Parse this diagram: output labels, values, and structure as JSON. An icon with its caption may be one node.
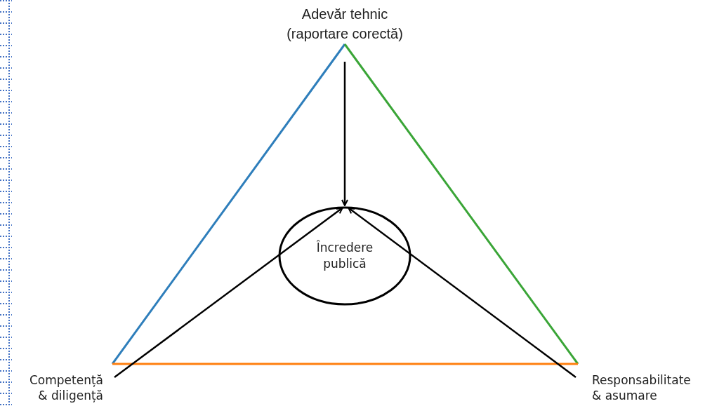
{
  "diagram": {
    "nodes": [
      {
        "text": [
          "Adevăr tehnic (raportare corectă)"
        ]
      },
      {
        "text": [
          "Încredere publică"
        ]
      },
      {
        "text": [
          "Competență & diligență"
        ]
      },
      {
        "text": [
          "Responsabilitate & asumare"
        ]
      }
    ],
    "edges": [
      {
        "from": 0,
        "to": 1,
        "arrow": "to"
      },
      {
        "from": 2,
        "to": 1,
        "arrow": "to"
      },
      {
        "from": 3,
        "to": 1,
        "arrow": "to"
      }
    ]
  }
}
